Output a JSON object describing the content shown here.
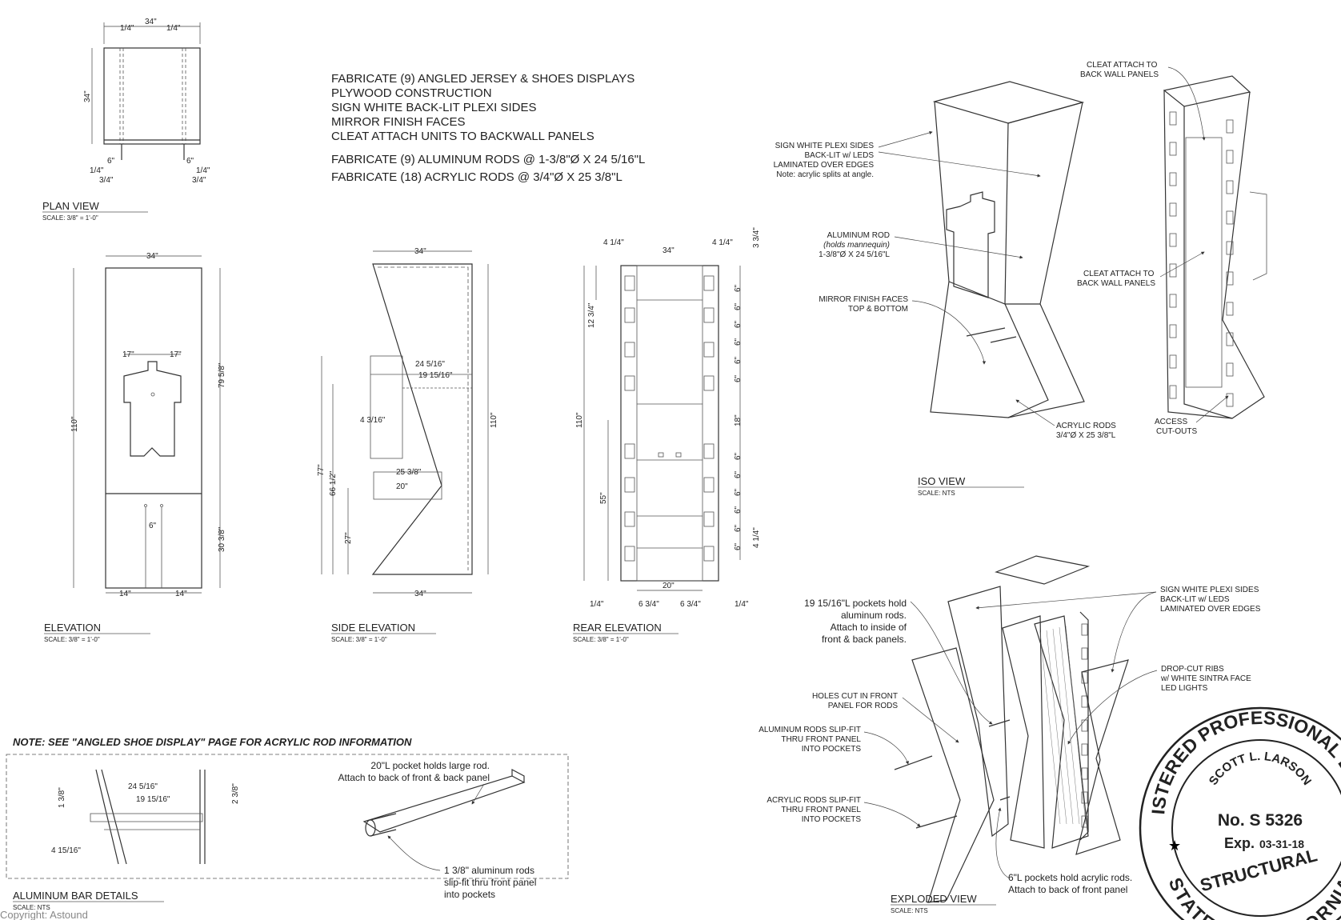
{
  "notes": {
    "line1": "FABRICATE (9) ANGLED JERSEY & SHOES DISPLAYS",
    "line2": "PLYWOOD CONSTRUCTION",
    "line3": "SIGN WHITE BACK-LIT PLEXI SIDES",
    "line4": "MIRROR FINISH FACES",
    "line5": "CLEAT ATTACH UNITS TO BACKWALL PANELS",
    "line6": "FABRICATE (9) ALUMINUM RODS @ 1-3/8\"Ø X 24 5/16\"L",
    "line7": "FABRICATE (18) ACRYLIC RODS @ 3/4\"Ø X 25 3/8\"L"
  },
  "plan": {
    "title": "PLAN VIEW",
    "scale": "SCALE: 3/8\" = 1'-0\"",
    "d_width": "34\"",
    "d_quarter_l": "1/4\"",
    "d_quarter_r": "1/4\"",
    "d_height": "34\"",
    "d_six_l": "6\"",
    "d_six_r": "6\"",
    "d_q2_l": "1/4\"",
    "d_q2_r": "1/4\"",
    "d_34_l": "3/4\"",
    "d_34_r": "3/4\""
  },
  "elevation": {
    "title": "ELEVATION",
    "scale": "SCALE: 3/8\" = 1'-0\"",
    "d_width": "34\"",
    "d_17l": "17\"",
    "d_17r": "17\"",
    "d_110": "110\"",
    "d_79": "79 5/8\"",
    "d_30": "30 3/8\"",
    "d_6": "6\"",
    "d_14l": "14\"",
    "d_14r": "14\""
  },
  "side": {
    "title": "SIDE ELEVATION",
    "scale": "SCALE: 3/8\" = 1'-0\"",
    "d_top": "34\"",
    "d_bottom": "34\"",
    "d_110": "110\"",
    "d_24": "24 5/16\"",
    "d_19": "19 15/16\"",
    "d_4316": "4 3/16\"",
    "d_25": "25 3/8\"",
    "d_20": "20\"",
    "d_77": "77\"",
    "d_66": "66 1/2\"",
    "d_27": "27\""
  },
  "rear": {
    "title": "REAR ELEVATION",
    "scale": "SCALE: 3/8\" = 1'-0\"",
    "d_414l": "4 1/4\"",
    "d_34": "34\"",
    "d_414r": "4 1/4\"",
    "d_334": "3 3/4\"",
    "d_1234": "12 3/4\"",
    "d_110": "110\"",
    "d_55": "55\"",
    "d_18": "18\"",
    "d_six": "6\"",
    "d_414b": "4 1/4\"",
    "d_20": "20\"",
    "d_634l": "6 3/4\"",
    "d_634r": "6 3/4\"",
    "d_q_l": "1/4\"",
    "d_q_r": "1/4\""
  },
  "iso": {
    "title": "ISO VIEW",
    "scale": "SCALE: NTS",
    "plexi1": "SIGN WHITE PLEXI SIDES",
    "plexi2": "BACK-LIT w/ LEDS",
    "plexi3": "LAMINATED OVER EDGES",
    "plexi4": "Note: acrylic splits at angle.",
    "rod1": "ALUMINUM ROD",
    "rod2": "(holds mannequin)",
    "rod3": "1-3/8\"Ø X 24 5/16\"L",
    "mirror1": "MIRROR FINISH FACES",
    "mirror2": "TOP & BOTTOM",
    "acr1": "ACRYLIC RODS",
    "acr2": "3/4\"Ø X 25 3/8\"L",
    "cleatA1": "CLEAT ATTACH TO",
    "cleatA2": "BACK WALL PANELS",
    "cleatB1": "CLEAT ATTACH TO",
    "cleatB2": "BACK WALL PANELS",
    "access1": "ACCESS",
    "access2": "CUT-OUTS"
  },
  "exploded": {
    "title": "EXPLODED VIEW",
    "scale": "SCALE: NTS",
    "pock1": "19 15/16\"L pockets hold",
    "pock2": "aluminum rods.",
    "pock3": "Attach to inside of",
    "pock4": "front & back panels.",
    "holes1": "HOLES CUT IN FRONT",
    "holes2": "PANEL FOR RODS",
    "alum1": "ALUMINUM RODS SLIP-FIT",
    "alum2": "THRU FRONT PANEL",
    "alum3": "INTO POCKETS",
    "acr1": "ACRYLIC RODS SLIP-FIT",
    "acr2": "THRU FRONT PANEL",
    "acr3": "INTO POCKETS",
    "plexi1": "SIGN WHITE PLEXI SIDES",
    "plexi2": "BACK-LIT w/ LEDS",
    "plexi3": "LAMINATED OVER EDGES",
    "ribs1": "DROP-CUT RIBS",
    "ribs2": "w/ WHITE SINTRA FACE",
    "ribs3": "LED LIGHTS",
    "six1": "6\"L pockets hold acrylic rods.",
    "six2": "Attach to back of front panel"
  },
  "bar": {
    "note": "NOTE: SEE \"ANGLED SHOE DISPLAY\" PAGE FOR ACRYLIC ROD INFORMATION",
    "title": "ALUMINUM BAR DETAILS",
    "scale": "SCALE: NTS",
    "d_24": "24 5/16\"",
    "d_19": "19 15/16\"",
    "d_138": "1 3/8\"",
    "d_238": "2 3/8\"",
    "d_415": "4 15/16\"",
    "pocket1": "20\"L pocket holds large rod.",
    "pocket2": "Attach to back of front  & back panel",
    "rods1": "1 3/8\" aluminum rods",
    "rods2": "slip-fit thru front panel",
    "rods3": "into pockets"
  },
  "stamp": {
    "top": "REGISTERED PROFESSIONAL ENGINEER",
    "name": "SCOTT L. LARSON",
    "no": "No. S 5326",
    "exp_label": "Exp.",
    "exp_date": "03-31-18",
    "bottom": "STRUCTURAL",
    "state": "STATE OF CALIFORNIA"
  },
  "copyright": "Copyright: Astound"
}
